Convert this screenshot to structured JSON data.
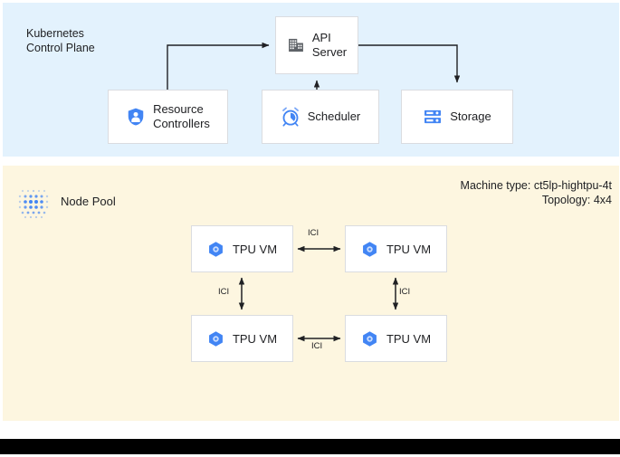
{
  "control_plane": {
    "title": "Kubernetes\nControl Plane",
    "background": "#e3f2fd",
    "nodes": [
      {
        "id": "api-server",
        "label": "API\nServer",
        "icon": "building-icon"
      },
      {
        "id": "resource-controllers",
        "label": "Resource\nControllers",
        "icon": "shield-person-icon"
      },
      {
        "id": "scheduler",
        "label": "Scheduler",
        "icon": "alarm-clock-icon"
      },
      {
        "id": "storage",
        "label": "Storage",
        "icon": "server-rack-icon"
      }
    ],
    "connections": [
      {
        "from": "resource-controllers",
        "to": "api-server",
        "direction": "one-way"
      },
      {
        "from": "scheduler",
        "to": "api-server",
        "direction": "one-way"
      },
      {
        "from": "api-server",
        "to": "storage",
        "direction": "one-way"
      }
    ]
  },
  "node_pool": {
    "title": "Node Pool",
    "icon": "dot-grid-icon",
    "background": "#fdf6e0",
    "machine_type": "Machine type: ct5lp-hightpu-4t",
    "topology": "Topology: 4x4",
    "vms": [
      {
        "id": "tpu-0",
        "label": "TPU VM",
        "icon": "tpu-hexagon-icon"
      },
      {
        "id": "tpu-1",
        "label": "TPU VM",
        "icon": "tpu-hexagon-icon"
      },
      {
        "id": "tpu-2",
        "label": "TPU VM",
        "icon": "tpu-hexagon-icon"
      },
      {
        "id": "tpu-3",
        "label": "TPU VM",
        "icon": "tpu-hexagon-icon"
      }
    ],
    "links": [
      {
        "id": "ici-top",
        "label": "ICI",
        "between": [
          "tpu-0",
          "tpu-1"
        ],
        "direction": "bidirectional",
        "orientation": "horizontal"
      },
      {
        "id": "ici-bottom",
        "label": "ICI",
        "between": [
          "tpu-2",
          "tpu-3"
        ],
        "direction": "bidirectional",
        "orientation": "horizontal"
      },
      {
        "id": "ici-left",
        "label": "ICI",
        "between": [
          "tpu-0",
          "tpu-2"
        ],
        "direction": "bidirectional",
        "orientation": "vertical"
      },
      {
        "id": "ici-right",
        "label": "ICI",
        "between": [
          "tpu-1",
          "tpu-3"
        ],
        "direction": "bidirectional",
        "orientation": "vertical"
      }
    ]
  },
  "colors": {
    "accent_blue": "#4285f4",
    "panel_blue": "#e3f2fd",
    "panel_cream": "#fdf6e0",
    "box_border": "#dadce0",
    "arrow": "#202124",
    "icon_gray": "#5f6368"
  }
}
